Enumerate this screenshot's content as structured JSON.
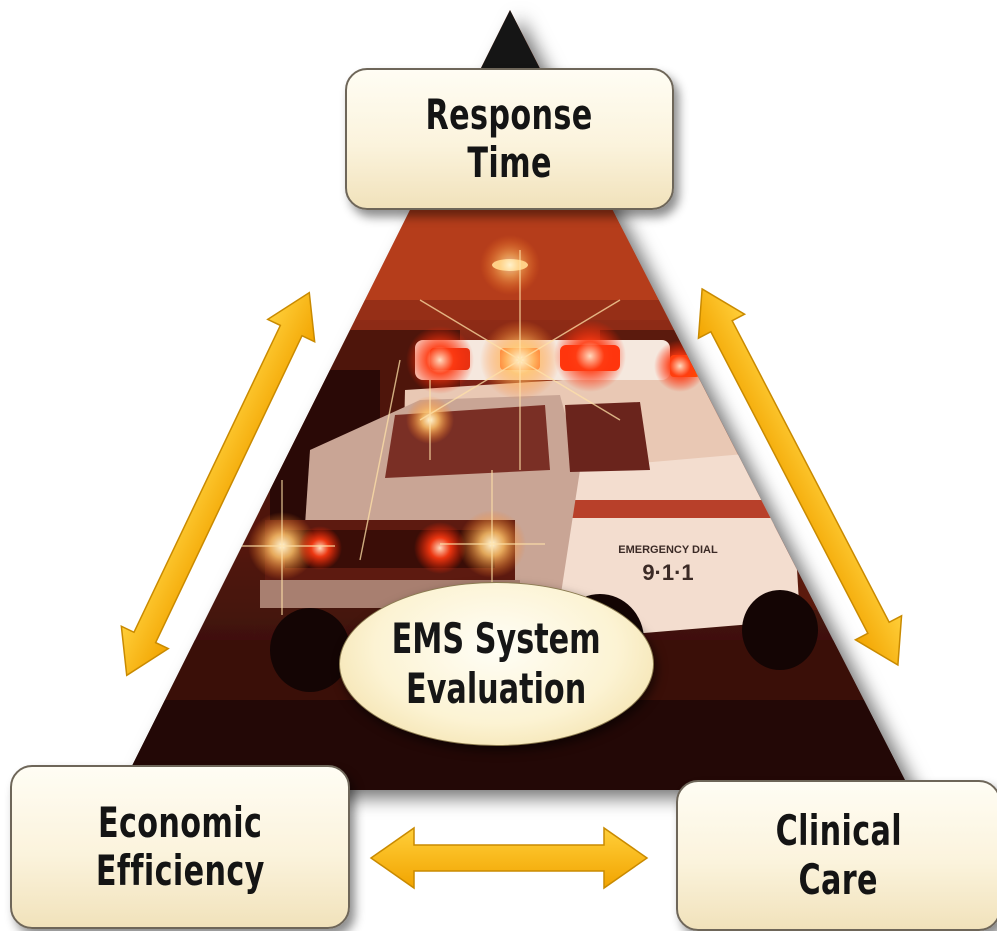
{
  "nodes": {
    "top": {
      "line1": "Response",
      "line2": "Time"
    },
    "left": {
      "line1": "Economic",
      "line2": "Efficiency"
    },
    "right": {
      "line1": "Clinical",
      "line2": "Care"
    }
  },
  "center": {
    "line1": "EMS System",
    "line2": "Evaluation"
  },
  "vehicle": {
    "sign_line1": "EMERGENCY DIAL",
    "sign_line2": "9·1·1"
  },
  "connections": [
    {
      "from": "top",
      "to": "left",
      "style": "double-arrow"
    },
    {
      "from": "top",
      "to": "right",
      "style": "double-arrow"
    },
    {
      "from": "left",
      "to": "right",
      "style": "double-arrow"
    }
  ],
  "colors": {
    "arrow": "#f6b400",
    "triangle_tip": "#151515",
    "box_text": "#141414"
  }
}
